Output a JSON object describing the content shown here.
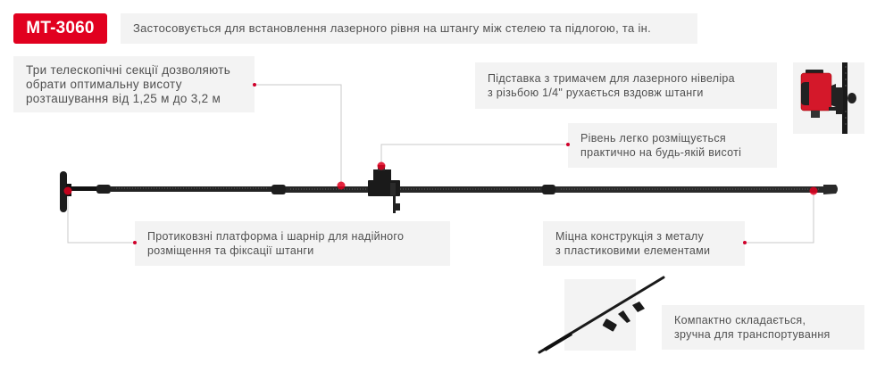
{
  "header": {
    "model": "MT-3060",
    "intro": "Застосовується для встановлення лазерного рівня на штангу між стелею та підлогою, та ін."
  },
  "features": {
    "telescopic": "Три телескопічні секції дозволяють\nобрати оптимальну висоту\nрозташування від 1,25 м до 3,2 м",
    "stand": "Підставка з тримачем для лазерного нівеліра\nз різьбою 1/4\" рухається вздовж штанги",
    "level": "Рівень легко розміщується\nпрактично на будь-якій висоті",
    "platform": "Протиковзні платформа і шарнір для надійного\nрозміщення та фіксації штанги",
    "metal": "Міцна конструкція з металу\nз пластиковими елементами",
    "compact": "Компактно складається,\nзручна для транспортування"
  },
  "colors": {
    "accent": "#e1001f",
    "box_bg": "#f3f3f3",
    "connector": "#c8c8c8",
    "pole": "#1a1a1a"
  }
}
